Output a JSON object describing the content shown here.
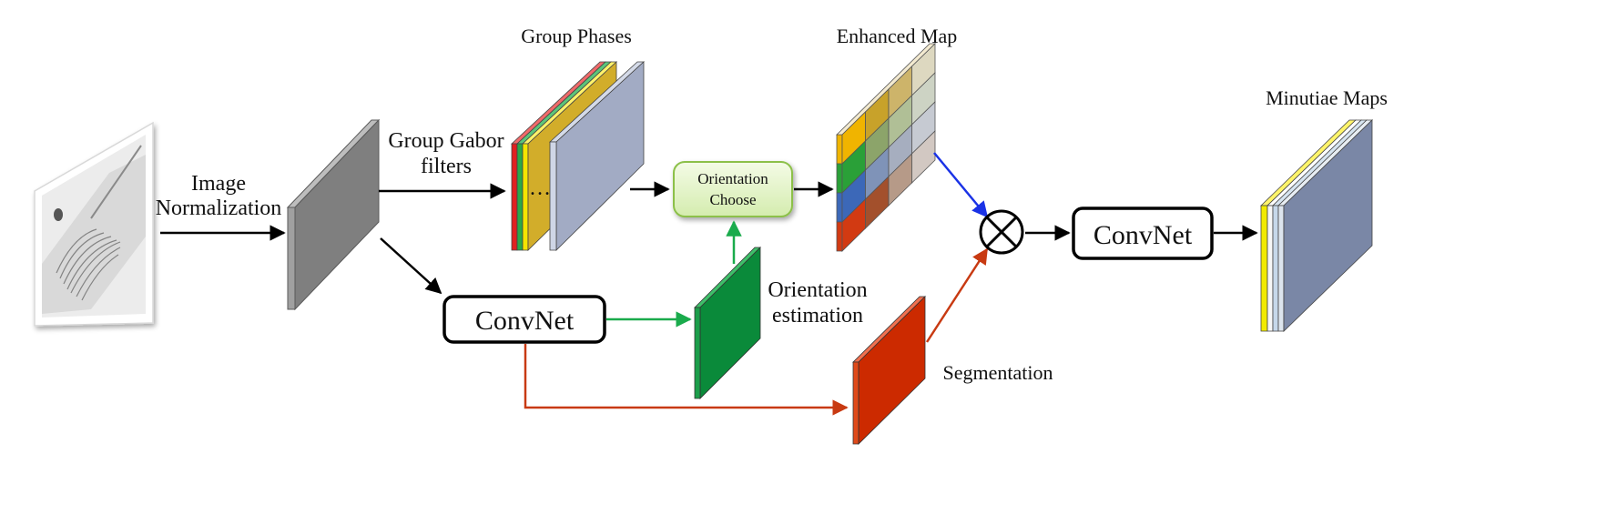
{
  "labels": {
    "image_normalization_line1": "Image",
    "image_normalization_line2": "Normalization",
    "group_gabor_line1": "Group  Gabor",
    "group_gabor_line2": "filters",
    "group_phases": "Group Phases",
    "ellipsis": "…",
    "orientation_choose_line1": "Orientation",
    "orientation_choose_line2": "Choose",
    "enhanced_map": "Enhanced Map",
    "convnet_main": "ConvNet",
    "convnet_final": "ConvNet",
    "orientation_estimation_line1": "Orientation",
    "orientation_estimation_line2": "estimation",
    "segmentation": "Segmentation",
    "minutiae_maps": "Minutiae Maps"
  },
  "colors": {
    "arrow_black": "#000000",
    "arrow_green": "#1aab4c",
    "arrow_red": "#c83a12",
    "arrow_blue": "#1a32e6",
    "normalized_slab": "#808080",
    "orientation_map": "#0a8a3a",
    "segmentation_map": "#cc2a00",
    "phase_red": "#e02020",
    "phase_green": "#2aa84a",
    "phase_yellow": "#f5e400",
    "phase_gold": "#d2ad2a",
    "phase_blue": "#a2abc4",
    "choose_box_fill": "#e6f5c8",
    "choose_box_stroke": "#8cc048",
    "minutiae_dark": "#7a87a6"
  },
  "icons": {
    "multiply_operator": "circled-times-icon",
    "input_image": "fingerprint-image-icon"
  }
}
